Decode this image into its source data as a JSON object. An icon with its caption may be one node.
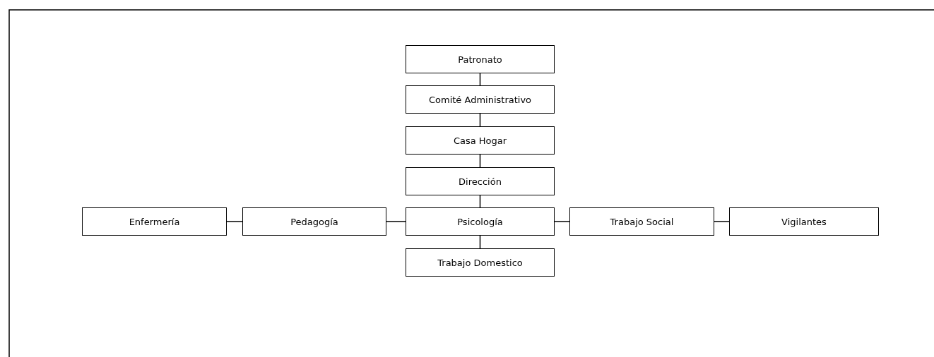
{
  "diagram": {
    "nodes": [
      {
        "text": [
          "Patronato"
        ]
      },
      {
        "text": [
          "Comité Administrativo"
        ]
      },
      {
        "text": [
          "Casa Hogar"
        ]
      },
      {
        "text": [
          "Dirección"
        ]
      },
      {
        "text": [
          "Enfermería"
        ]
      },
      {
        "text": [
          "Pedagogía"
        ]
      },
      {
        "text": [
          "Psicología"
        ]
      },
      {
        "text": [
          "Trabajo Social"
        ]
      },
      {
        "text": [
          "Vigilantes"
        ]
      },
      {
        "text": [
          "Trabajo Domestico"
        ]
      }
    ],
    "edges": [
      {
        "from": 0,
        "to": 1,
        "arrow": "none"
      },
      {
        "from": 1,
        "to": 2,
        "arrow": "none"
      },
      {
        "from": 2,
        "to": 3,
        "arrow": "none"
      },
      {
        "from": 3,
        "to": 6,
        "arrow": "none"
      },
      {
        "from": 6,
        "to": 5,
        "arrow": "none"
      },
      {
        "from": 5,
        "to": 4,
        "arrow": "none"
      },
      {
        "from": 6,
        "to": 7,
        "arrow": "none"
      },
      {
        "from": 7,
        "to": 8,
        "arrow": "none"
      },
      {
        "from": 6,
        "to": 9,
        "arrow": "none"
      }
    ]
  }
}
